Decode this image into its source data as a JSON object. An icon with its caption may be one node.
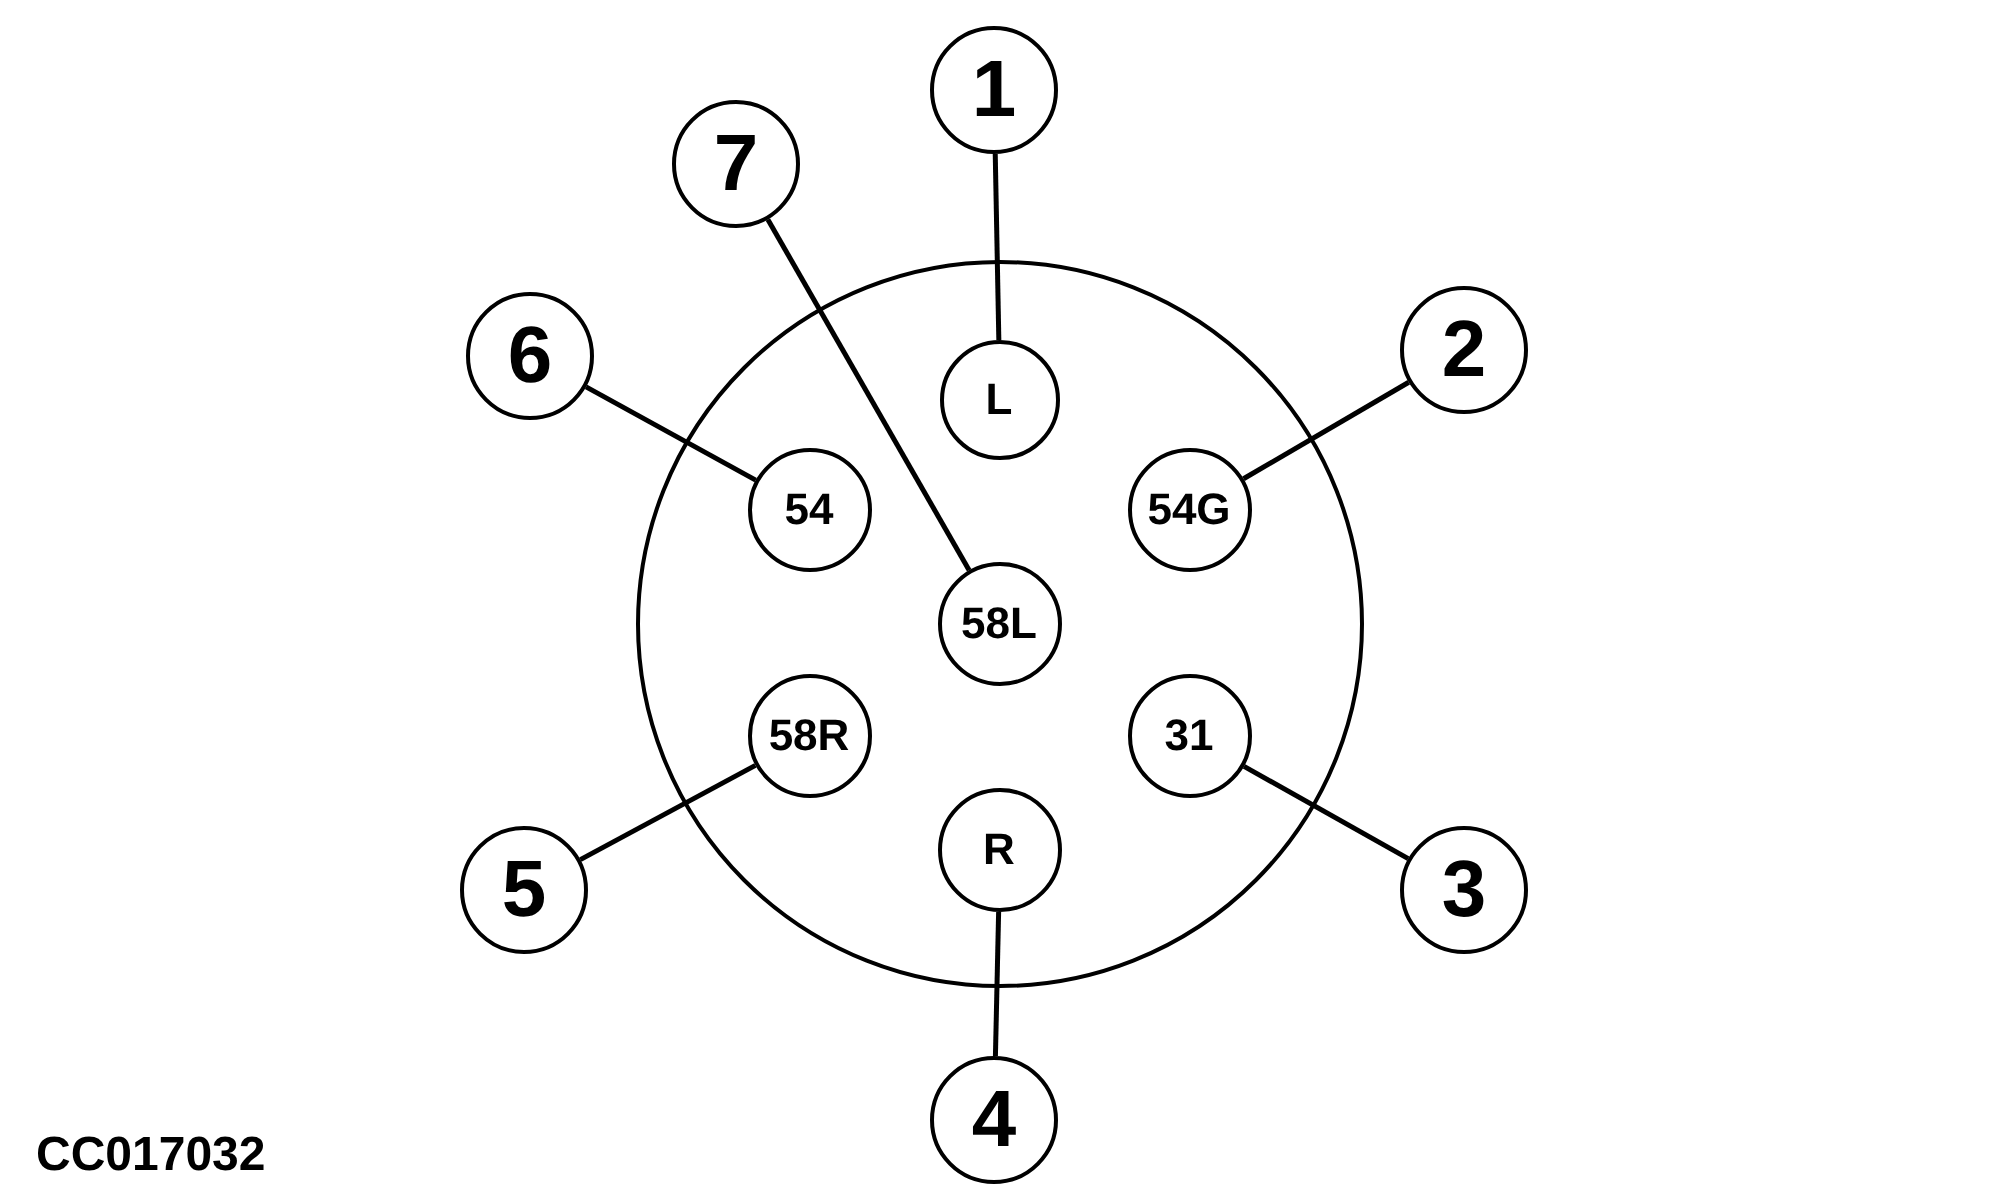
{
  "diagram": {
    "nodes": [
      {
        "text": [],
        "shape": "circle"
      },
      {
        "text": [
          "L"
        ],
        "in": 0
      },
      {
        "text": [
          "54"
        ],
        "in": 0
      },
      {
        "text": [
          "54G"
        ],
        "in": 0
      },
      {
        "text": [
          "58L"
        ],
        "in": 0
      },
      {
        "text": [
          "58R"
        ],
        "in": 0
      },
      {
        "text": [
          "31"
        ],
        "in": 0
      },
      {
        "text": [
          "R"
        ],
        "in": 0
      },
      {
        "text": [
          "1"
        ]
      },
      {
        "text": [
          "7"
        ]
      },
      {
        "text": [
          "6"
        ]
      },
      {
        "text": [
          "2"
        ]
      },
      {
        "text": [
          "5"
        ]
      },
      {
        "text": [
          "3"
        ]
      },
      {
        "text": [
          "4"
        ]
      }
    ],
    "edges": [
      {
        "from": 8,
        "to": 1,
        "arrow": "none"
      },
      {
        "from": 11,
        "to": 3,
        "arrow": "none"
      },
      {
        "from": 13,
        "to": 6,
        "arrow": "none"
      },
      {
        "from": 14,
        "to": 7,
        "arrow": "none"
      },
      {
        "from": 12,
        "to": 5,
        "arrow": "none"
      },
      {
        "from": 10,
        "to": 2,
        "arrow": "none"
      },
      {
        "from": 9,
        "to": 4,
        "arrow": "none"
      }
    ],
    "labels": [
      "CC017032"
    ]
  }
}
